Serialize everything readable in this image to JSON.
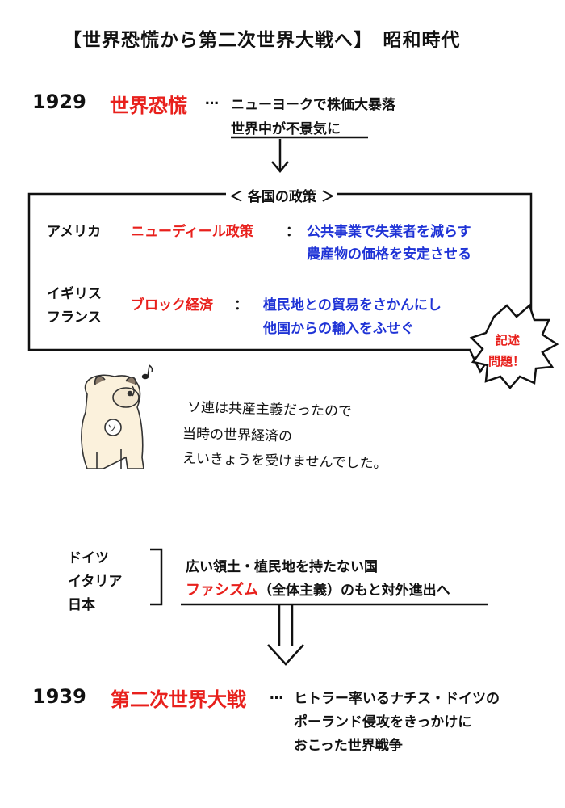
{
  "title": "【世界恐慌から第二次世界大戦へ】　昭和時代",
  "section1": {
    "year": "1929",
    "event": "世界恐慌",
    "ellipsis": "…",
    "desc_line1": "ニューヨークで株価大暴落",
    "desc_line2": "世界中が不景気に"
  },
  "policies": {
    "header": "＜ 各国の政策 ＞",
    "america": {
      "country": "アメリカ",
      "policy": "ニューディール政策",
      "colon": "：",
      "line1": "公共事業で失業者を減らす",
      "line2": "農産物の価格を安定させる"
    },
    "uk_france": {
      "country1": "イギリス",
      "country2": "フランス",
      "policy": "ブロック経済",
      "colon": "：",
      "line1": "植民地との貿易をさかんにし",
      "line2": "他国からの輸入をふせぐ"
    },
    "badge_line1": "記述",
    "badge_line2": "問題！"
  },
  "note": {
    "music_icon": "music-note-icon",
    "line1": "ソ連は共産主義だったので",
    "line2": "当時の世界経済の",
    "line3": "えいきょうを受けませんでした。"
  },
  "section2": {
    "countries": [
      "ドイツ",
      "イタリア",
      "日本"
    ],
    "line1": "広い領土・植民地を持たない国",
    "fascism": "ファシズム",
    "line2_rest": "（全体主義）のもと対外進出へ"
  },
  "section3": {
    "year": "1939",
    "event": "第二次世界大戦",
    "ellipsis": "…",
    "desc_line1": "ヒトラー率いるナチス・ドイツの",
    "desc_line2": "ポーランド侵攻をきっかけに",
    "desc_line3": "おこった世界戦争"
  },
  "colors": {
    "accent_red": "#e8201c",
    "accent_blue": "#1f33d6"
  }
}
